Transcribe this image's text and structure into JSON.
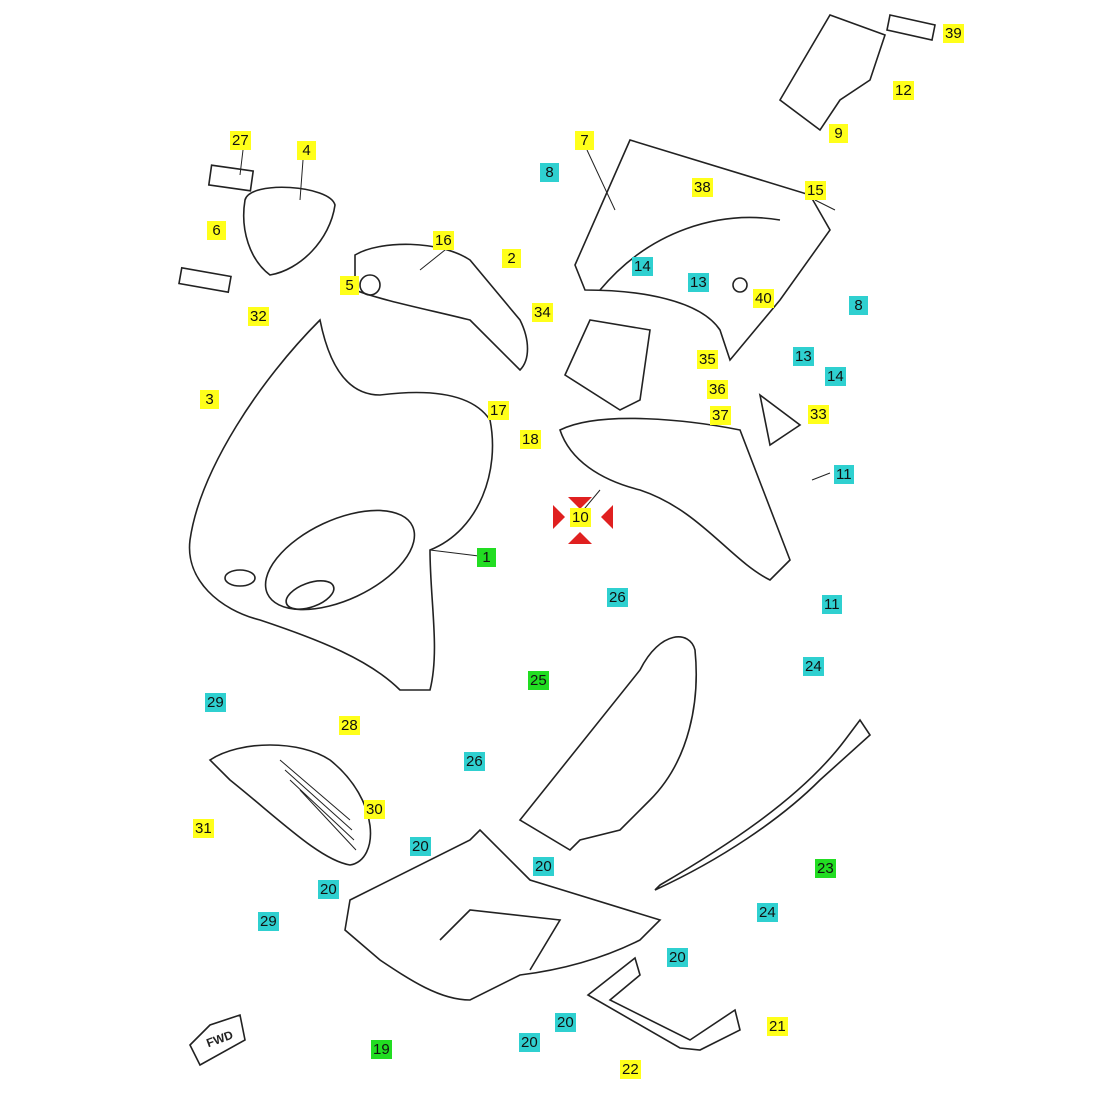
{
  "diagram": {
    "type": "exploded-parts-diagram",
    "colors": {
      "yellow": "#ffff1a",
      "cyan": "#2fd0d0",
      "green": "#22dd22",
      "highlight_arrows": "#e02020"
    },
    "fwd_marker": "FWD",
    "callouts": [
      {
        "number": "39",
        "color": "yellow"
      },
      {
        "number": "12",
        "color": "yellow"
      },
      {
        "number": "9",
        "color": "yellow"
      },
      {
        "number": "7",
        "color": "yellow"
      },
      {
        "number": "8",
        "color": "cyan"
      },
      {
        "number": "38",
        "color": "yellow"
      },
      {
        "number": "15",
        "color": "yellow"
      },
      {
        "number": "27",
        "color": "yellow"
      },
      {
        "number": "4",
        "color": "yellow"
      },
      {
        "number": "16",
        "color": "yellow"
      },
      {
        "number": "6",
        "color": "yellow"
      },
      {
        "number": "2",
        "color": "yellow"
      },
      {
        "number": "5",
        "color": "yellow"
      },
      {
        "number": "14",
        "color": "cyan"
      },
      {
        "number": "13",
        "color": "cyan"
      },
      {
        "number": "40",
        "color": "yellow"
      },
      {
        "number": "8",
        "color": "cyan"
      },
      {
        "number": "32",
        "color": "yellow"
      },
      {
        "number": "34",
        "color": "yellow"
      },
      {
        "number": "35",
        "color": "yellow"
      },
      {
        "number": "13",
        "color": "cyan"
      },
      {
        "number": "14",
        "color": "cyan"
      },
      {
        "number": "3",
        "color": "yellow"
      },
      {
        "number": "36",
        "color": "yellow"
      },
      {
        "number": "17",
        "color": "yellow"
      },
      {
        "number": "37",
        "color": "yellow"
      },
      {
        "number": "33",
        "color": "yellow"
      },
      {
        "number": "18",
        "color": "yellow"
      },
      {
        "number": "11",
        "color": "cyan"
      },
      {
        "number": "10",
        "color": "yellow",
        "highlighted": true
      },
      {
        "number": "1",
        "color": "green"
      },
      {
        "number": "26",
        "color": "cyan"
      },
      {
        "number": "11",
        "color": "cyan"
      },
      {
        "number": "24",
        "color": "cyan"
      },
      {
        "number": "25",
        "color": "green"
      },
      {
        "number": "29",
        "color": "cyan"
      },
      {
        "number": "28",
        "color": "yellow"
      },
      {
        "number": "26",
        "color": "cyan"
      },
      {
        "number": "30",
        "color": "yellow"
      },
      {
        "number": "31",
        "color": "yellow"
      },
      {
        "number": "20",
        "color": "cyan"
      },
      {
        "number": "20",
        "color": "cyan"
      },
      {
        "number": "23",
        "color": "green"
      },
      {
        "number": "29",
        "color": "cyan"
      },
      {
        "number": "20",
        "color": "cyan"
      },
      {
        "number": "24",
        "color": "cyan"
      },
      {
        "number": "20",
        "color": "cyan"
      },
      {
        "number": "20",
        "color": "cyan"
      },
      {
        "number": "19",
        "color": "green"
      },
      {
        "number": "20",
        "color": "cyan"
      },
      {
        "number": "21",
        "color": "yellow"
      },
      {
        "number": "22",
        "color": "yellow"
      }
    ]
  }
}
